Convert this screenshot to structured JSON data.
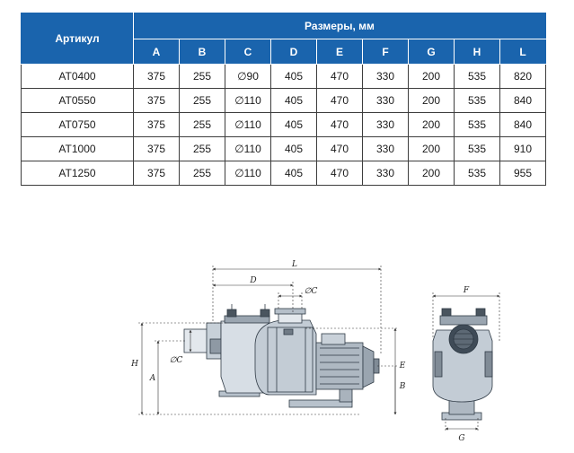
{
  "table": {
    "article_header": "Артикул",
    "dims_header": "Размеры, мм",
    "columns": [
      "A",
      "B",
      "C",
      "D",
      "E",
      "F",
      "G",
      "H",
      "L"
    ],
    "rows": [
      {
        "article": "AT0400",
        "values": [
          "375",
          "255",
          "∅90",
          "405",
          "470",
          "330",
          "200",
          "535",
          "820"
        ]
      },
      {
        "article": "AT0550",
        "values": [
          "375",
          "255",
          "∅110",
          "405",
          "470",
          "330",
          "200",
          "535",
          "840"
        ]
      },
      {
        "article": "AT0750",
        "values": [
          "375",
          "255",
          "∅110",
          "405",
          "470",
          "330",
          "200",
          "535",
          "840"
        ]
      },
      {
        "article": "AT1000",
        "values": [
          "375",
          "255",
          "∅110",
          "405",
          "470",
          "330",
          "200",
          "535",
          "910"
        ]
      },
      {
        "article": "AT1250",
        "values": [
          "375",
          "255",
          "∅110",
          "405",
          "470",
          "330",
          "200",
          "535",
          "955"
        ]
      }
    ]
  },
  "drawing": {
    "labels": {
      "L": "L",
      "D": "D",
      "C_top": "∅C",
      "H": "H",
      "A": "A",
      "C_side": "∅C",
      "E": "E",
      "B": "B",
      "F": "F",
      "G": "G"
    }
  }
}
